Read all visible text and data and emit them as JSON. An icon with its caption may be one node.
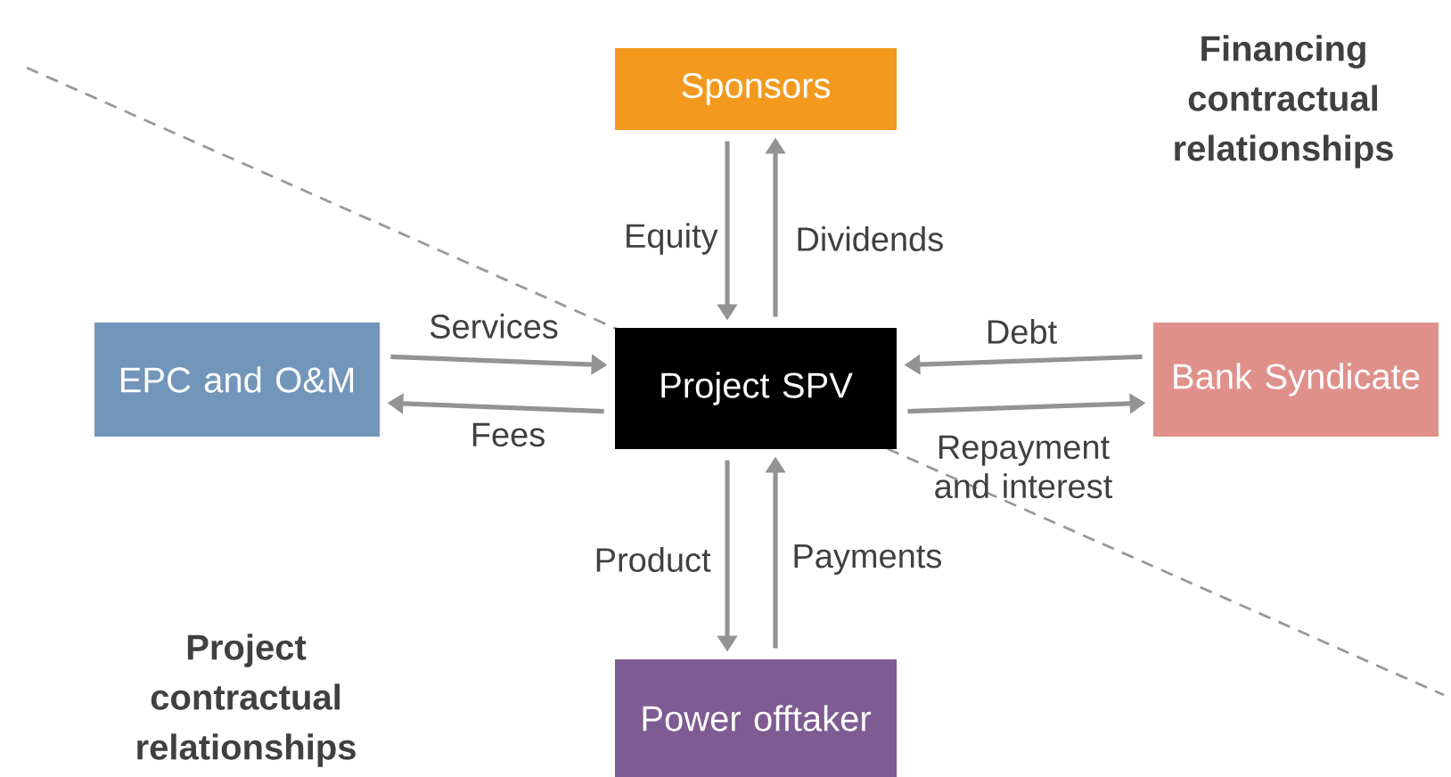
{
  "diagram": {
    "nodes": [
      {
        "text": [
          "Sponsors"
        ]
      },
      {
        "text": [
          "EPC and O&M"
        ]
      },
      {
        "text": [
          "Project SPV"
        ]
      },
      {
        "text": [
          "Bank Syndicate"
        ]
      },
      {
        "text": [
          "Power offtaker"
        ]
      }
    ],
    "edges": [
      {
        "from": 0,
        "to": 2,
        "arrow": "to",
        "label": "Equity"
      },
      {
        "from": 2,
        "to": 0,
        "arrow": "to",
        "label": "Dividends"
      },
      {
        "from": 1,
        "to": 2,
        "arrow": "to",
        "label": "Services"
      },
      {
        "from": 2,
        "to": 1,
        "arrow": "to",
        "label": "Fees"
      },
      {
        "from": 3,
        "to": 2,
        "arrow": "to",
        "label": "Debt"
      },
      {
        "from": 2,
        "to": 3,
        "arrow": "to",
        "label": "Repayment and interest"
      },
      {
        "from": 2,
        "to": 4,
        "arrow": "to",
        "label": "Product"
      },
      {
        "from": 4,
        "to": 2,
        "arrow": "to",
        "label": "Payments"
      }
    ],
    "labels": [
      "Financing contractual relationships",
      "Project contractual relationships"
    ]
  }
}
